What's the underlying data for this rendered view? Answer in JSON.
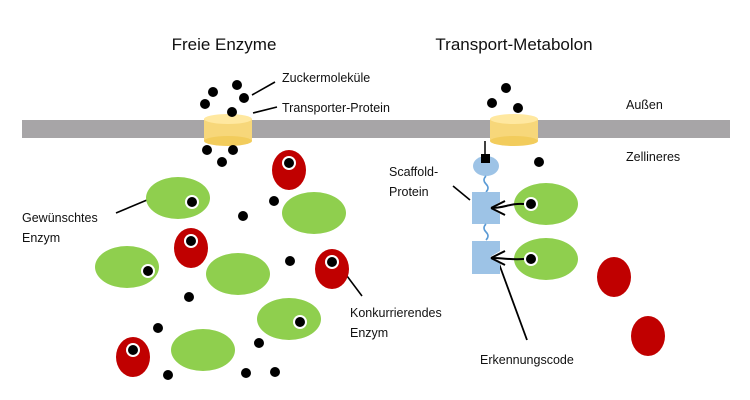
{
  "titles": {
    "left": "Freie Enzyme",
    "right": "Transport-Metabolon"
  },
  "labels": {
    "sugar": "Zuckermoleküle",
    "transporter": "Transporter-Protein",
    "outside": "Außen",
    "inside": "Zellineres",
    "desired_enzyme": [
      "Gewünschtes",
      "Enzym"
    ],
    "competing_enzyme": [
      "Konkurrierendes",
      "Enzym"
    ],
    "scaffold": [
      "Scaffold-",
      "Protein"
    ],
    "recognition": "Erkennungscode"
  },
  "colors": {
    "membrane": "#a7a5a7",
    "transporter": "#f7d77a",
    "desired_enzyme": "#8fcf4e",
    "competing_enzyme": "#c00000",
    "scaffold": "#9dc3e6",
    "sugar": "#000000"
  }
}
